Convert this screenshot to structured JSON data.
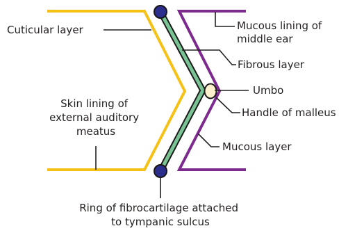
{
  "labels": {
    "cuticular": "Cuticular layer",
    "mucous_lining": [
      "Mucous lining of",
      "middle ear"
    ],
    "fibrous": "Fibrous layer",
    "umbo": "Umbo",
    "handle": "Handle of malleus",
    "skin_lining": [
      "Skin lining of",
      "external auditory",
      "meatus"
    ],
    "mucous_layer": "Mucous layer",
    "ring": [
      "Ring of fibrocartilage attached",
      "to tympanic sulcus"
    ]
  },
  "colors": {
    "skin": "#f5c116",
    "mucous": "#7d2a8e",
    "fibrous_fill": "#7ac394",
    "fibrous_edge": "#1b1b1b",
    "ring_node": "#2b2e8c",
    "umbo": "#fdf0cc",
    "leader": "#231f20"
  }
}
